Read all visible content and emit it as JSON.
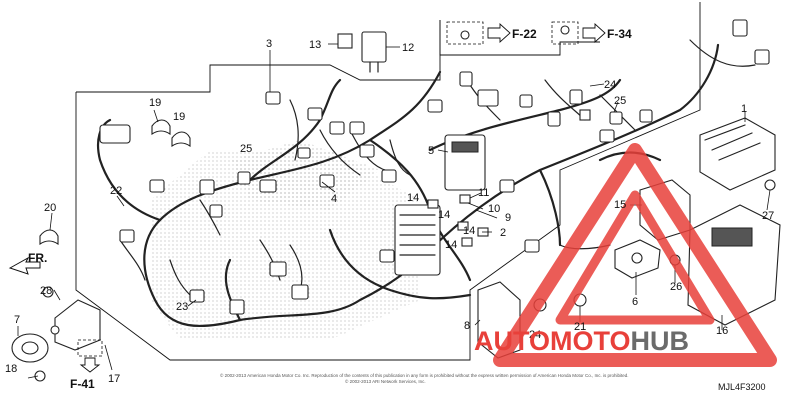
{
  "diagram": {
    "part_numbers": [
      "1",
      "2",
      "3",
      "4",
      "5",
      "6",
      "7",
      "8",
      "9",
      "10",
      "11",
      "12",
      "13",
      "14",
      "15",
      "16",
      "17",
      "18",
      "19",
      "20",
      "21",
      "22",
      "23",
      "24",
      "25",
      "26",
      "27",
      "28"
    ],
    "references": [
      "F-22",
      "F-34",
      "F-41"
    ],
    "direction_label": "FR.",
    "diagram_code": "MJL4F3200",
    "copyright_line1": "© 2002-2013 American Honda Motor Co. Inc. Reproduction of the contents of this publication in any form is prohibited without the express written permission of American Honda Motor Co., Inc. is prohibited.",
    "copyright_line2": "© 2002-2013 ARI Network Services, Inc."
  },
  "watermark": {
    "text_part1": "AUTOMOTO",
    "text_part2": "HUB",
    "color_accent": "#e8403a",
    "color_dark": "#6b6b6b"
  }
}
